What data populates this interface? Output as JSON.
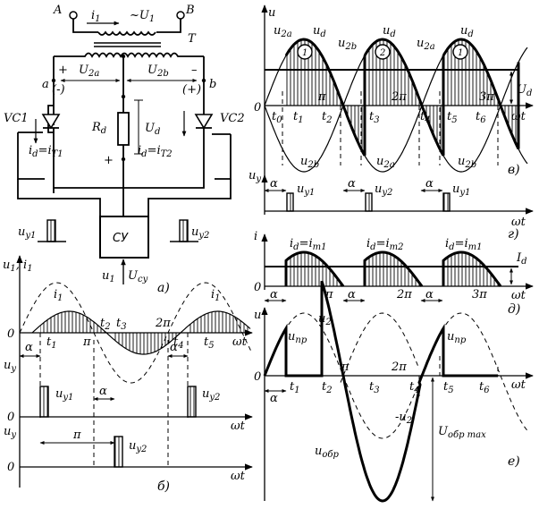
{
  "circuit": {
    "terminal_a": "A",
    "terminal_b": "B",
    "i1": "i",
    "i1_sub": "1",
    "tilde_u1": "~U",
    "u1_sub": "1",
    "transformer": "T",
    "node_a": "a",
    "node_b": "b",
    "plus_left": "+",
    "minus_left": "(-)",
    "minus_right": "–",
    "plus_right": "(+)",
    "u2a": "U",
    "u2a_sub": "2a",
    "u2b": "U",
    "u2b_sub": "2b",
    "vc1": "VC1",
    "vc2": "VC2",
    "rd": "R",
    "rd_sub": "d",
    "ud": "U",
    "ud_sub": "d",
    "id_t1": "i",
    "id_t1_text": "d",
    "eq_t1": "=i",
    "t1_sub": "T1",
    "eq_t2": "=i",
    "t2_sub": "T2",
    "plus_mid": "+",
    "uy1": "u",
    "uy1_sub": "y1",
    "uy2": "u",
    "uy2_sub": "y2",
    "cy": "СУ",
    "ucy": "U",
    "ucy_sub": "су",
    "panel_a": "а)"
  },
  "panel_b": {
    "ylabel": "u",
    "ylabel_sub": "1",
    "ylabel2": ", i",
    "ylabel2_sub": "1",
    "u1": "u",
    "u1_sub": "1",
    "i1_left": "i",
    "i1_left_sub": "1",
    "i1_right": "i",
    "i1_right_sub": "1",
    "zero": "0",
    "alpha": "α",
    "t1": "t",
    "t1_sub": "1",
    "pi": "π",
    "t2": "t",
    "t2_sub": "2",
    "t3": "t",
    "t3_sub": "3",
    "twopi": "2π",
    "t4": "t",
    "t4_sub": "4",
    "t5": "t",
    "t5_sub": "5",
    "omega_t": "ωt",
    "uy_label": "u",
    "uy_sub": "y",
    "uy1": "u",
    "uy1_sub": "y1",
    "uy2": "u",
    "uy2_sub": "y2",
    "panel_b": "б)"
  },
  "panel_v": {
    "u": "u",
    "u2a": "u",
    "u2a_sub": "2a",
    "ud1": "u",
    "ud1_sub": "d",
    "u2b": "u",
    "u2b_sub": "2b",
    "ud2": "u",
    "ud2_sub": "d",
    "u2a_2": "u",
    "u2a_2_sub": "2a",
    "ud3": "u",
    "ud3_sub": "d",
    "c1": "1",
    "c2": "2",
    "c3": "1",
    "Ud": "U",
    "Ud_sub": "d",
    "zero": "0",
    "t0": "t",
    "t0_sub": "0",
    "t1": "t",
    "t1_sub": "1",
    "t2": "t",
    "t2_sub": "2",
    "t3": "t",
    "t3_sub": "3",
    "t4": "t",
    "t4_sub": "4",
    "t5": "t",
    "t5_sub": "5",
    "t6": "t",
    "t6_sub": "6",
    "pi": "π",
    "twopi": "2π",
    "threepi": "3π",
    "omega_t": "ωt",
    "bot_u2b": "u",
    "bot_u2b_sub": "2b",
    "bot_u2a": "u",
    "bot_u2a_sub": "2a",
    "bot_u2b_2": "u",
    "bot_u2b_2_sub": "2b",
    "panel_v": "в)"
  },
  "panel_g": {
    "uy": "u",
    "uy_sub": "y",
    "alpha1": "α",
    "uy1": "u",
    "uy1_sub": "y1",
    "alpha2": "α",
    "uy2": "u",
    "uy2_sub": "y2",
    "alpha3": "α",
    "uy3": "u",
    "uy3_sub": "y1",
    "omega_t": "ωt",
    "panel_g": "г)"
  },
  "panel_d": {
    "i": "i",
    "id1": "i",
    "id1_sub": "d",
    "eq1": "=i",
    "eq1_sub": "т1",
    "id2": "i",
    "id2_sub": "d",
    "eq2": "=i",
    "eq2_sub": "т2",
    "id3": "i",
    "id3_sub": "d",
    "eq3": "=i",
    "eq3_sub": "т1",
    "Id": "I",
    "Id_sub": "d",
    "zero": "0",
    "alpha1": "α",
    "pi": "π",
    "alpha2": "α",
    "twopi": "2π",
    "alpha3": "α",
    "threepi": "3π",
    "omega_t": "ωt",
    "panel_d": "д)"
  },
  "panel_e": {
    "u": "u",
    "u2": "u",
    "u2_sub": "2",
    "upr1": "u",
    "upr1_sub": "пр",
    "upr2": "u",
    "upr2_sub": "пр",
    "zero": "0",
    "alpha": "α",
    "t1": "t",
    "t1_sub": "1",
    "t2": "t",
    "t2_sub": "2",
    "pi": "π",
    "twopi": "2π",
    "t3": "t",
    "t3_sub": "3",
    "t4": "t",
    "t4_sub": "4",
    "t5": "t",
    "t5_sub": "5",
    "t6": "t",
    "t6_sub": "6",
    "omega_t": "ωt",
    "neg_u2": "-u",
    "neg_u2_sub": "2",
    "uobr": "u",
    "uobr_sub": "обр",
    "Uobrmax": "U",
    "Uobrmax_sub": "обр max",
    "panel_e": "е)"
  }
}
